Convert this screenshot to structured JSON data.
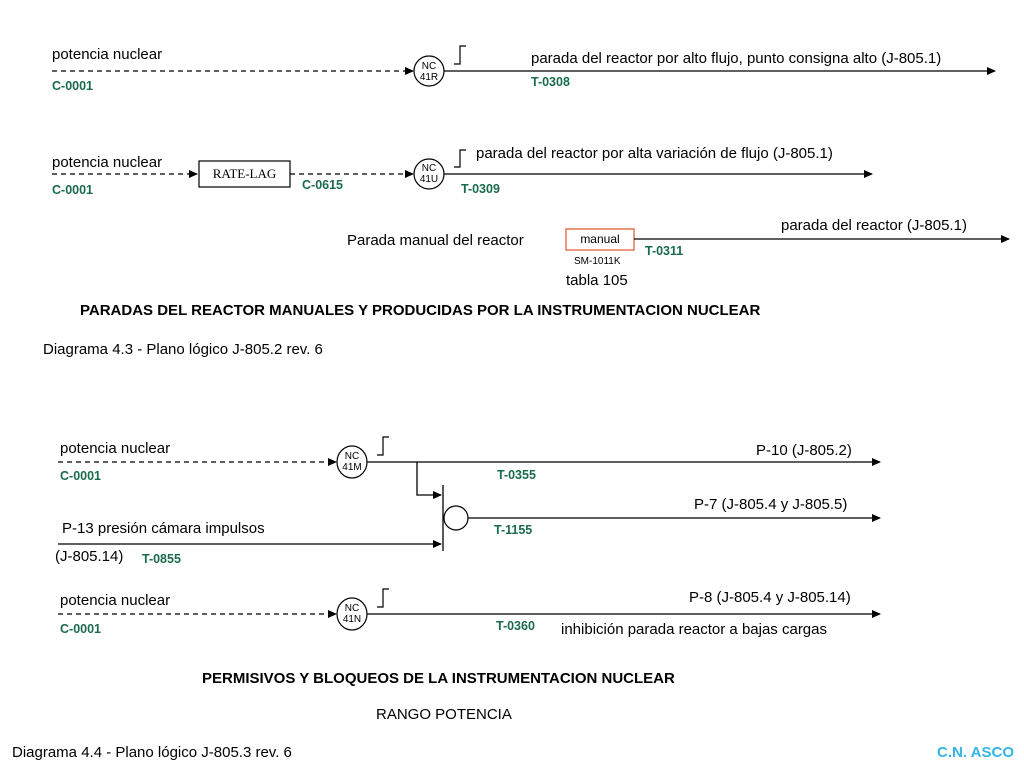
{
  "colors": {
    "code_green": "#1a6b4a",
    "manual_border": "#e0603a",
    "footer_blue": "#33b5e5"
  },
  "section1": {
    "rows": [
      {
        "input_label": "potencia nuclear",
        "input_code": "C-0001",
        "comparator": "NC\n41R",
        "output_label": "parada del reactor por alto flujo, punto consigna alto (J-805.1)",
        "output_code": "T-0308"
      },
      {
        "input_label": "potencia nuclear",
        "input_code": "C-0001",
        "block_label": "RATE-LAG",
        "block_code": "C-0615",
        "comparator": "NC\n41U",
        "output_label": "parada del reactor por alta variación de flujo (J-805.1)",
        "output_code": "T-0309"
      }
    ],
    "manual": {
      "input_label": "Parada manual del reactor",
      "switch_label": "manual",
      "switch_id": "SM-1011K",
      "table_ref": "tabla 105",
      "output_label": "parada del reactor (J-805.1)",
      "output_code": "T-0311"
    },
    "heading": "PARADAS DEL REACTOR MANUALES Y PRODUCIDAS POR LA INSTRUMENTACION NUCLEAR",
    "caption": "Diagrama 4.3 - Plano lógico J-805.2 rev. 6"
  },
  "section2": {
    "row_m": {
      "input_label": "potencia nuclear",
      "input_code": "C-0001",
      "comparator": "NC\n41M",
      "output_label": "P-10 (J-805.2)",
      "output_code": "T-0355"
    },
    "row_p7": {
      "output_label": "P-7 (J-805.4 y J-805.5)",
      "output_code": "T-1155"
    },
    "row_p13": {
      "input_label": "P-13 presión cámara impulsos",
      "input_ref": "(J-805.14)",
      "input_code": "T-0855"
    },
    "row_n": {
      "input_label": "potencia nuclear",
      "input_code": "C-0001",
      "comparator": "NC\n41N",
      "output_label": "P-8 (J-805.4 y J-805.14)",
      "output_note": "inhibición parada reactor a bajas cargas",
      "output_code": "T-0360"
    },
    "heading": "PERMISIVOS Y BLOQUEOS DE LA INSTRUMENTACION NUCLEAR",
    "subheading": "RANGO POTENCIA",
    "caption": "Diagrama 4.4 - Plano lógico J-805.3 rev. 6"
  },
  "footer": {
    "brand": "C.N. ASCO"
  }
}
